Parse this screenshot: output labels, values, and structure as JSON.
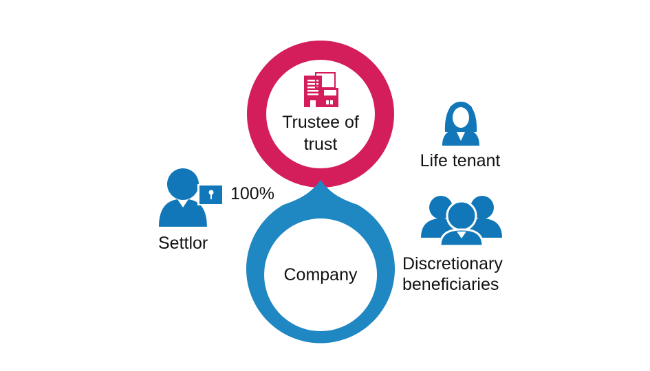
{
  "trustee": {
    "line1": "Trustee of",
    "line2": "trust"
  },
  "company": {
    "label": "Company"
  },
  "settlor": {
    "label": "Settlor",
    "ownership": "100%"
  },
  "life_tenant": {
    "label": "Life tenant"
  },
  "beneficiaries": {
    "line1": "Discretionary",
    "line2": "beneficiaries"
  },
  "colors": {
    "trustee": "#D41E5B",
    "company": "#1F87C2",
    "icon": "#1277B8"
  }
}
